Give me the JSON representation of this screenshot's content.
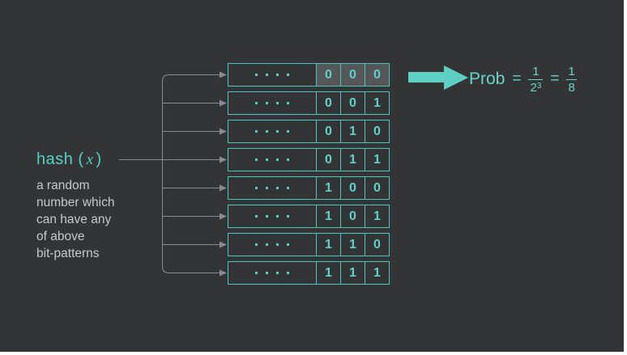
{
  "hash_label": {
    "prefix": "hash (",
    "var": "x",
    "suffix": ")"
  },
  "description_lines": [
    "a random",
    "number which",
    "can have any",
    "of above",
    "bit-patterns"
  ],
  "dots_per_row": 4,
  "rows": [
    {
      "bits": [
        "0",
        "0",
        "0"
      ],
      "highlighted": true
    },
    {
      "bits": [
        "0",
        "0",
        "1"
      ],
      "highlighted": false
    },
    {
      "bits": [
        "0",
        "1",
        "0"
      ],
      "highlighted": false
    },
    {
      "bits": [
        "0",
        "1",
        "1"
      ],
      "highlighted": false
    },
    {
      "bits": [
        "1",
        "0",
        "0"
      ],
      "highlighted": false
    },
    {
      "bits": [
        "1",
        "0",
        "1"
      ],
      "highlighted": false
    },
    {
      "bits": [
        "1",
        "1",
        "0"
      ],
      "highlighted": false
    },
    {
      "bits": [
        "1",
        "1",
        "1"
      ],
      "highlighted": false
    }
  ],
  "formula": {
    "label": "Prob",
    "equals1": "=",
    "frac1": {
      "num": "1",
      "den_base": "2",
      "den_exp": "3"
    },
    "equals2": "=",
    "frac2": {
      "num": "1",
      "den": "8"
    }
  },
  "colors": {
    "background": "#333436",
    "teal_border": "#4ec4ba",
    "teal_text": "#5ed2c7",
    "formula_teal": "#68d5c9",
    "description_gray": "#c8c8c8",
    "connector_gray": "#8b8b94",
    "highlight": "rgba(255,255,255,0.17)",
    "page_margin": "#ffffff"
  }
}
